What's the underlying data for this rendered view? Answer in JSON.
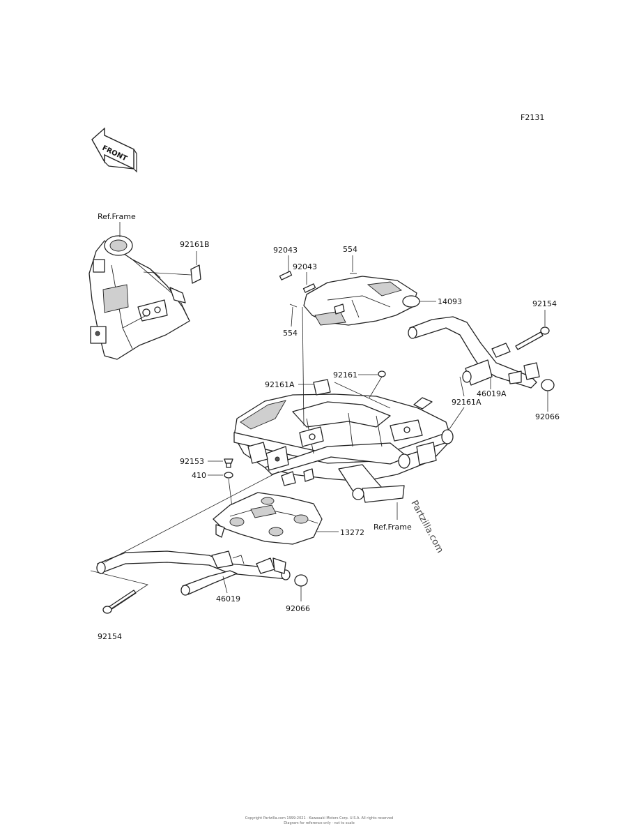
{
  "diagram": {
    "ref_code": "F2131",
    "front_marker": "FRONT",
    "watermark": "Partzilla.com",
    "labels": {
      "ref_frame_top": "Ref.Frame",
      "ref_frame_bottom": "Ref.Frame",
      "p92161B": "92161B",
      "p92043a": "92043",
      "p92043b": "92043",
      "p554a": "554",
      "p554b": "554",
      "p14093": "14093",
      "p92154a": "92154",
      "p92154b": "92154",
      "p92161": "92161",
      "p92161A_a": "92161A",
      "p92161A_b": "92161A",
      "p46019A": "46019A",
      "p92066a": "92066",
      "p92066b": "92066",
      "p92153": "92153",
      "p410": "410",
      "p13272": "13272",
      "p46019": "46019"
    },
    "footer_line1": "Copyright Partzilla.com 1999-2021 · Kawasaki Motors Corp. U.S.A. All rights reserved",
    "footer_line2": "Diagram for reference only · not to scale"
  }
}
